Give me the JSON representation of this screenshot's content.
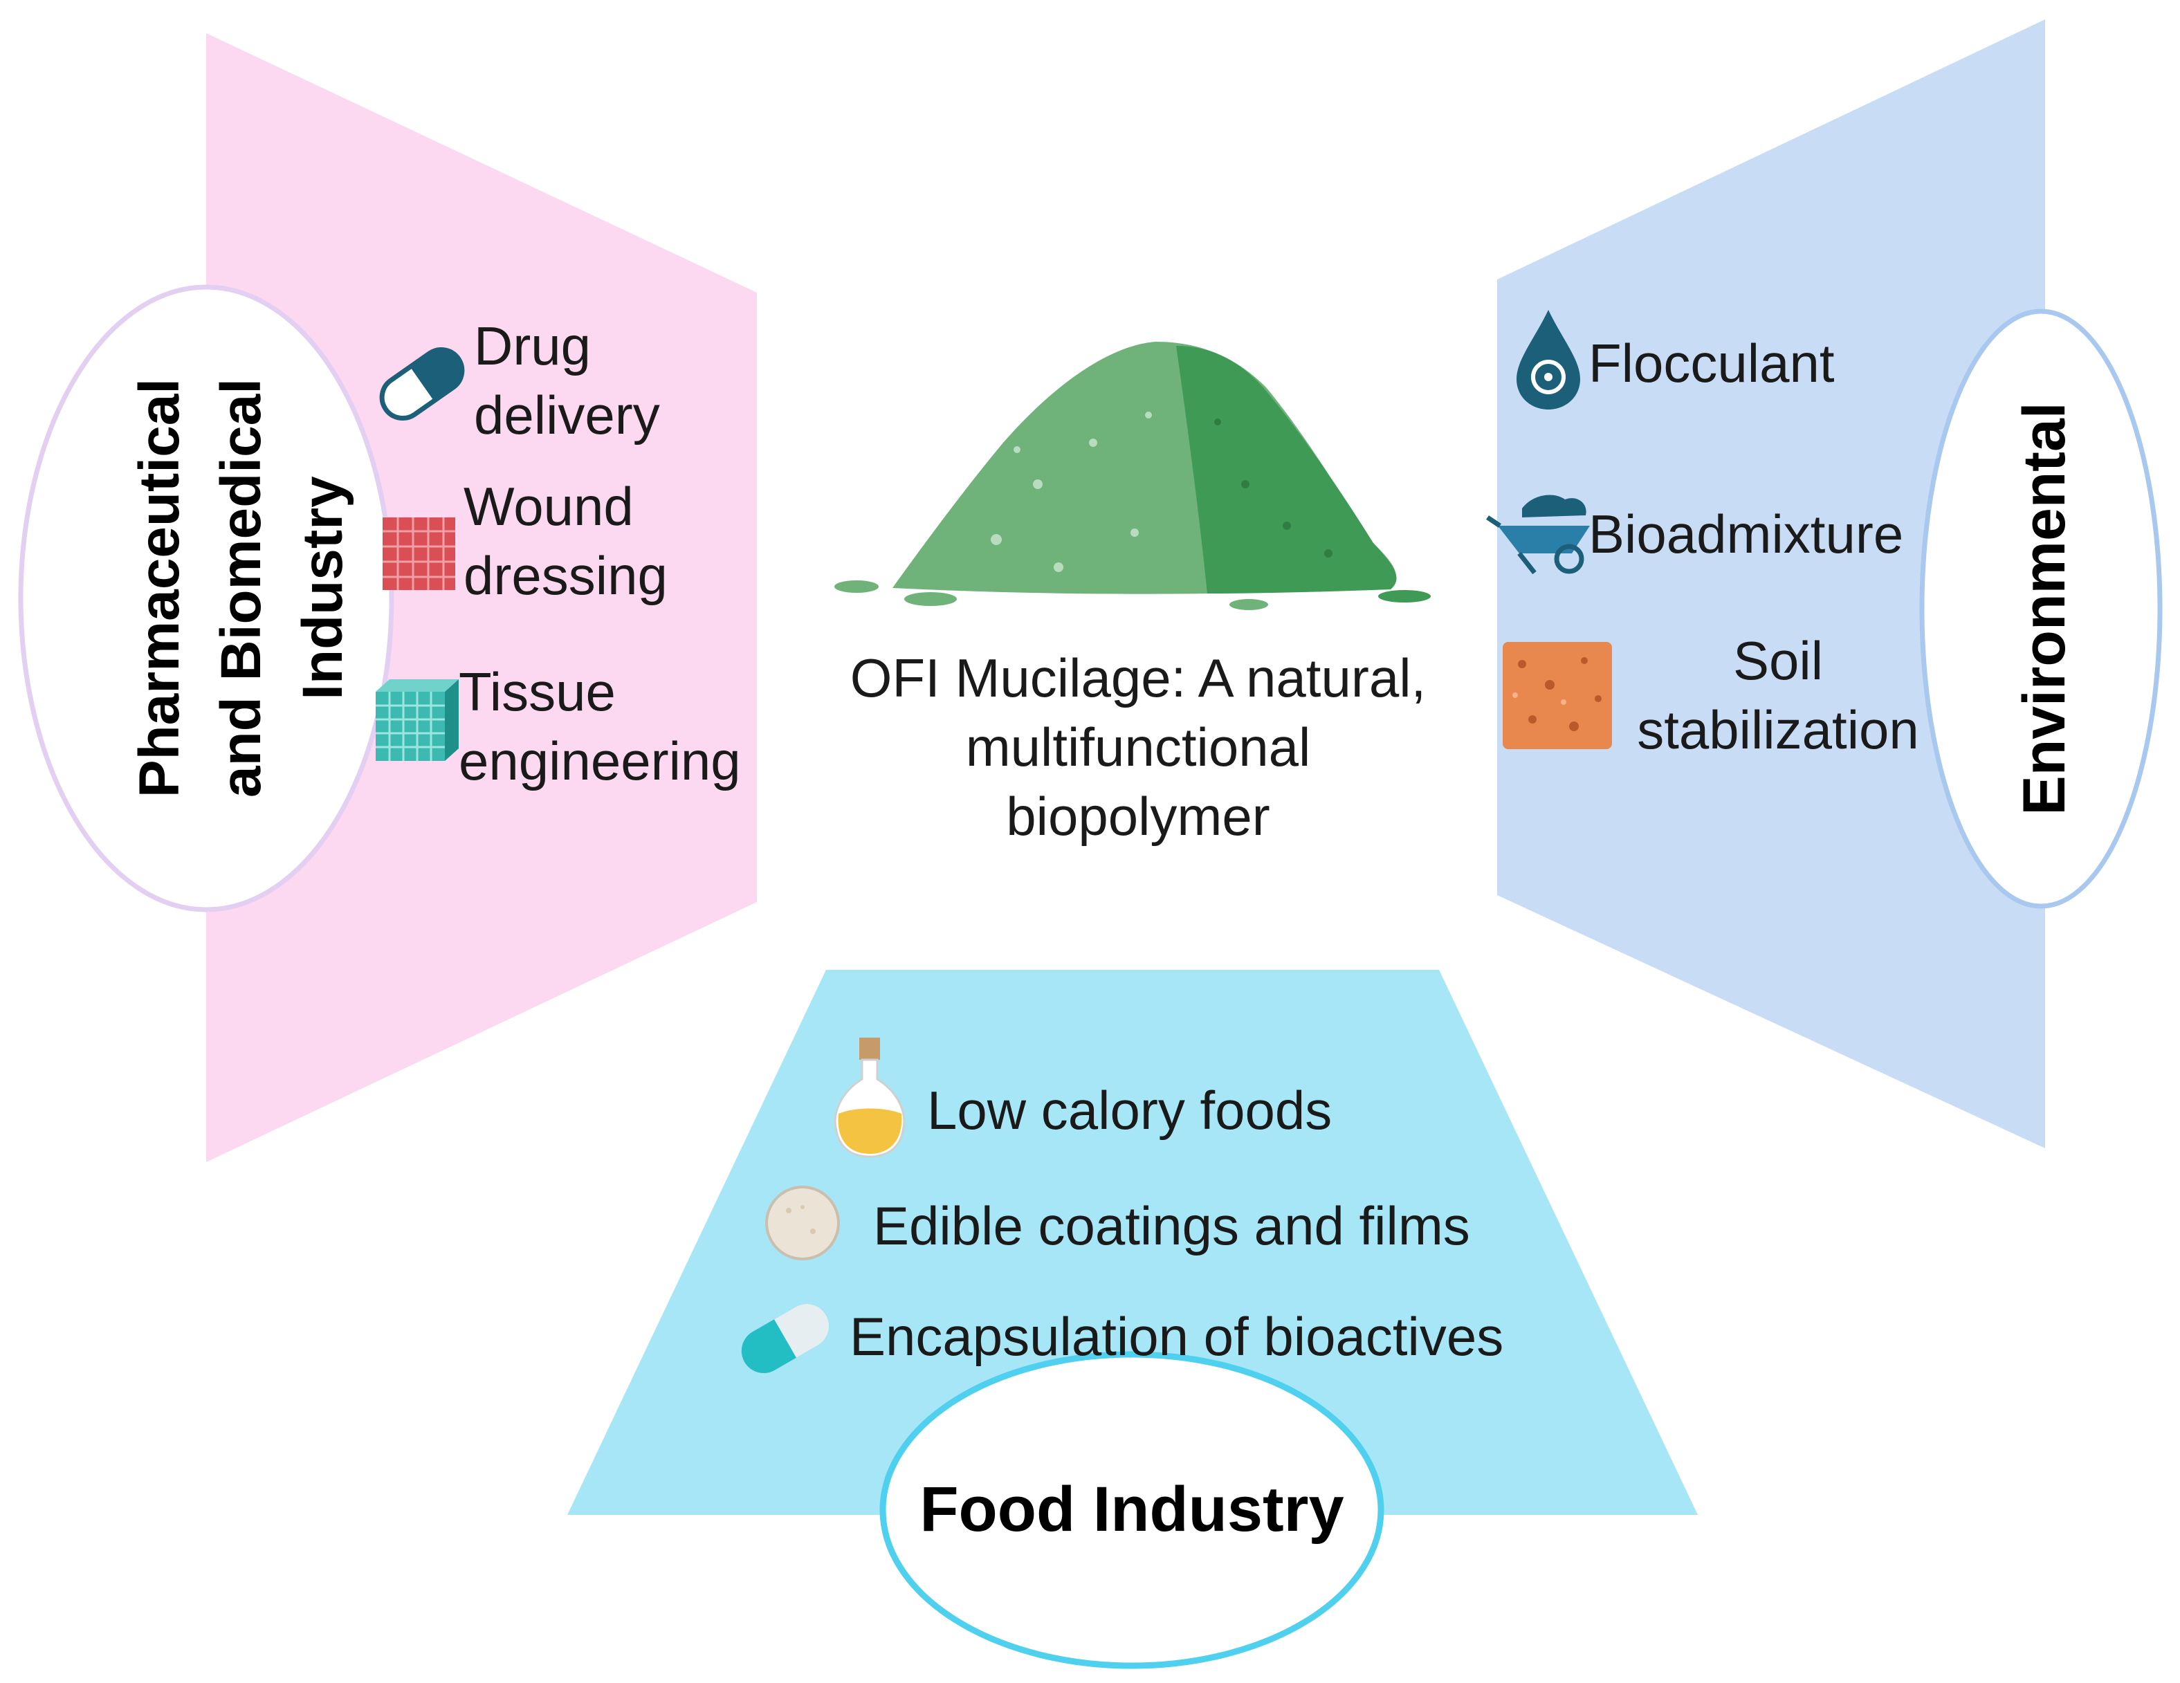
{
  "center": {
    "caption_lines": [
      "OFI Mucilage: A natural,",
      "multifunctional",
      "biopolymer"
    ]
  },
  "pharma": {
    "title_lines": [
      "Pharmaceutical",
      "and Biomedical",
      "Industry"
    ],
    "items": [
      {
        "lines": [
          "Drug",
          "delivery"
        ],
        "icon": "capsule-icon"
      },
      {
        "lines": [
          "Wound",
          "dressing"
        ],
        "icon": "wound-dressing-icon"
      },
      {
        "lines": [
          "Tissue",
          "engineering"
        ],
        "icon": "scaffold-cube-icon"
      }
    ],
    "color": "#fcd9f0"
  },
  "environmental": {
    "title": "Environmental",
    "items": [
      {
        "lines": [
          "Flocculant"
        ],
        "icon": "biohazard-drop-icon"
      },
      {
        "lines": [
          "Bioadmixture"
        ],
        "icon": "wheelbarrow-icon"
      },
      {
        "lines": [
          "Soil",
          "stabilization"
        ],
        "icon": "soil-block-icon"
      }
    ],
    "color": "#c9dcf5"
  },
  "food": {
    "title": "Food Industry",
    "items": [
      {
        "text": "Low calory foods",
        "icon": "oil-bottle-icon"
      },
      {
        "text": "Edible coatings and films",
        "icon": "film-disc-icon"
      },
      {
        "text": "Encapsulation of bioactives",
        "icon": "capsule-icon"
      }
    ],
    "color": "#a6e6f7"
  },
  "colors": {
    "mound_light": "#6fb27a",
    "mound_dark": "#3f9a55",
    "pharma_ellipse": "#e3cff2",
    "env_ellipse": "#a9c8f0",
    "food_ellipse": "#4fd0ee"
  }
}
